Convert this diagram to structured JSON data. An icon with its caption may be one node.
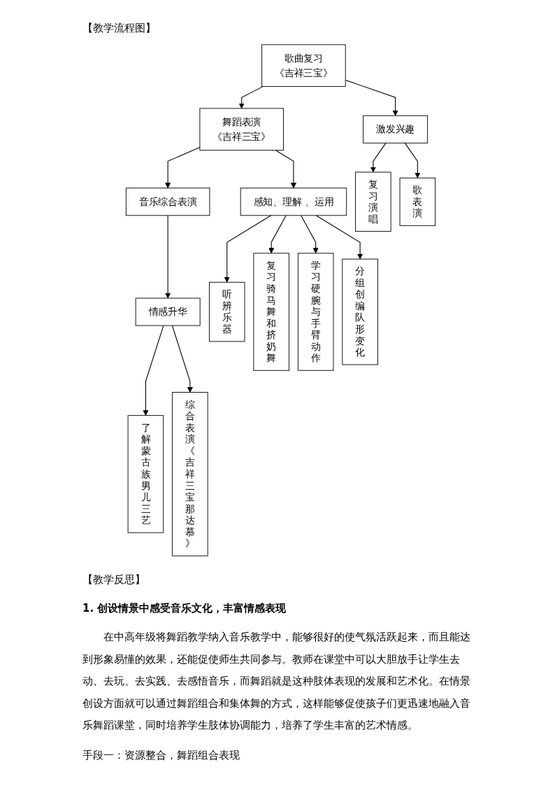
{
  "diagram": {
    "title": "【教学流程图】",
    "nodes": [
      {
        "text": [
          "歌曲复习",
          "《吉祥三宝》"
        ]
      },
      {
        "text": [
          "舞蹈表演",
          "《吉祥三宝》"
        ]
      },
      {
        "text": [
          "音乐综合表演"
        ]
      },
      {
        "text": [
          "激发兴趣"
        ]
      },
      {
        "text": [
          "感知、理解 、运用"
        ]
      },
      {
        "text": [
          "情感升华"
        ]
      },
      {
        "text": [
          "复习演唱"
        ]
      },
      {
        "text": [
          "歌表演"
        ]
      },
      {
        "text": [
          "听辨乐器"
        ]
      },
      {
        "text": [
          "复习骑马舞和挤奶舞"
        ]
      },
      {
        "text": [
          "学习硬腕与手臂动作"
        ]
      },
      {
        "text": [
          "分组创编队形变化"
        ]
      },
      {
        "text": [
          "了解蒙古族男儿三艺"
        ]
      },
      {
        "text": [
          "综合表演《吉祥三宝那达慕》"
        ]
      }
    ],
    "edges": [
      {
        "from": 0,
        "to": 1,
        "arrow": "to"
      },
      {
        "from": 1,
        "to": 2,
        "arrow": "to"
      },
      {
        "from": 0,
        "to": 3,
        "arrow": "to"
      },
      {
        "from": 1,
        "to": 4,
        "arrow": "to"
      },
      {
        "from": 2,
        "to": 5,
        "arrow": "to"
      },
      {
        "from": 3,
        "to": 6,
        "arrow": "to"
      },
      {
        "from": 3,
        "to": 7,
        "arrow": "to"
      },
      {
        "from": 4,
        "to": 8,
        "arrow": "to"
      },
      {
        "from": 4,
        "to": 9,
        "arrow": "to"
      },
      {
        "from": 4,
        "to": 10,
        "arrow": "to"
      },
      {
        "from": 4,
        "to": 11,
        "arrow": "to"
      },
      {
        "from": 5,
        "to": 12,
        "arrow": "to"
      },
      {
        "from": 5,
        "to": 13,
        "arrow": "to"
      }
    ],
    "labels": [
      "【教学反思】",
      "1. 创设情景中感受音乐文化，丰富情感表现",
      "在中高年级将舞蹈教学纳入音乐教学中，能够很好的使气氛活跃起来，而且能达到形象易懂的效果，还能促使师生共同参与。教师在课堂中可以大胆放手让学生去动、去玩、去实践、去感悟音乐，而舞蹈就是这种肢体表现的发展和艺术化。在情景创设方面就可以通过舞蹈组合和集体舞的方式，这样能够促使孩子们更迅速地融入音乐舞蹈课堂，同时培养学生肢体协调能力，培养了学生丰富的艺术情感。",
      "手段一：资源整合，舞蹈组合表现"
    ]
  }
}
